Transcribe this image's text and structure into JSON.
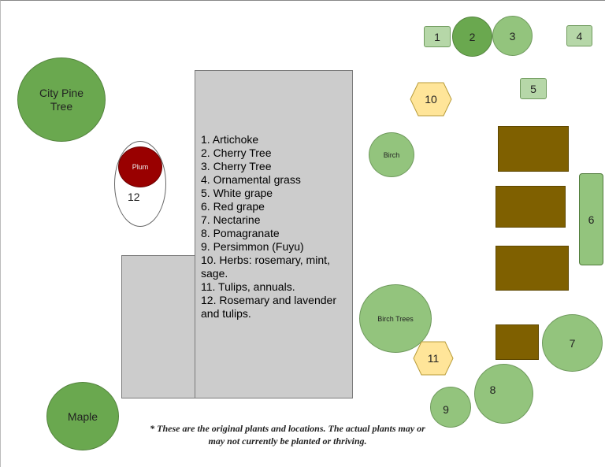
{
  "labels": {
    "city_pine_tree": "City Pine Tree",
    "plum": "Plum",
    "plum_area_number": "12",
    "maple": "Maple",
    "birch": "Birch",
    "birch_trees": "Birch Trees",
    "p1": "1",
    "p2": "2",
    "p3": "3",
    "p4": "4",
    "p5": "5",
    "p6": "6",
    "p7": "7",
    "p8": "8",
    "p9": "9",
    "p10": "10",
    "p11": "11"
  },
  "legend": [
    "1. Artichoke",
    "2. Cherry Tree",
    "3. Cherry Tree",
    "4. Ornamental grass",
    "5. White grape",
    "6. Red grape",
    "7. Nectarine",
    "8. Pomagranate",
    "9. Persimmon (Fuyu)",
    "10. Herbs: rosemary, mint, sage.",
    "11. Tulips, annuals.",
    "12. Rosemary and lavender and tulips."
  ],
  "footnote": "* These are the original plants and locations. The actual plants may or may not currently be planted or thriving.",
  "colors": {
    "tree_dark": "#6aa84f",
    "tree_light": "#93c47d",
    "small_plant": "#b6d7a8",
    "herb_hexagon": "#ffe599",
    "raised_bed": "#7f6000",
    "plum": "#990000",
    "house": "#cccccc"
  }
}
